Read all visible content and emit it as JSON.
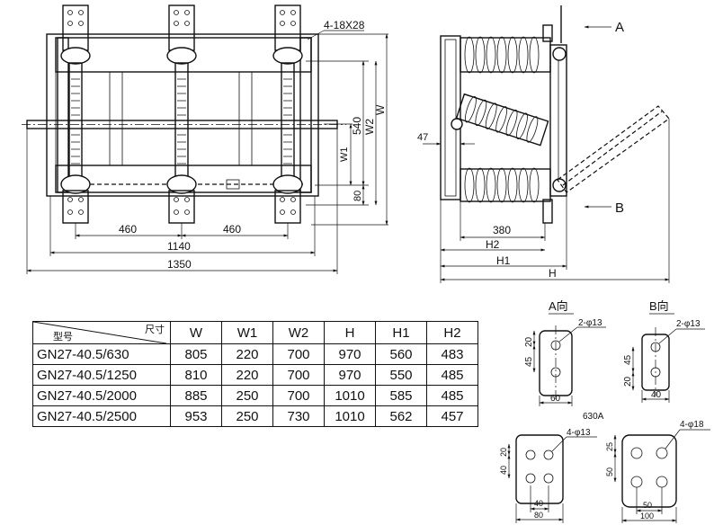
{
  "front_view": {
    "hole_note": "4-18X28",
    "dims": {
      "pitch_left": "460",
      "pitch_right": "460",
      "overall_mounting": "1140",
      "overall_width": "1350",
      "d540": "540",
      "d80": "80",
      "w": "W",
      "w1": "W1",
      "w2": "W2"
    }
  },
  "side_view": {
    "label_a": "A",
    "label_b": "B",
    "dims": {
      "d47": "47",
      "d380": "380",
      "h": "H",
      "h1": "H1",
      "h2": "H2"
    }
  },
  "table": {
    "corner_top": "尺寸",
    "corner_bottom": "型号",
    "headers": [
      "W",
      "W1",
      "W2",
      "H",
      "H1",
      "H2"
    ],
    "rows": [
      {
        "model": "GN27-40.5/630",
        "values": [
          "805",
          "220",
          "700",
          "970",
          "560",
          "483"
        ]
      },
      {
        "model": "GN27-40.5/1250",
        "values": [
          "810",
          "220",
          "700",
          "970",
          "550",
          "485"
        ]
      },
      {
        "model": "GN27-40.5/2000",
        "values": [
          "885",
          "250",
          "700",
          "1010",
          "585",
          "485"
        ]
      },
      {
        "model": "GN27-40.5/2500",
        "values": [
          "953",
          "250",
          "730",
          "1010",
          "562",
          "457"
        ]
      }
    ]
  },
  "details": {
    "a_title": "A向",
    "b_title": "B向",
    "a_holes": "2-φ13",
    "b_holes": "2-φ13",
    "a_d45": "45",
    "a_d20": "20",
    "a_d60": "60",
    "b_d20": "20",
    "b_d45": "45",
    "b_d40": "40",
    "rating_label": "630A",
    "c_holes": "4-φ13",
    "c_d40": "40",
    "c_d20": "20",
    "c_d40b": "40",
    "c_d80": "80",
    "d_holes": "4-φ18",
    "d_d50": "50",
    "d_d25": "25",
    "d_d50b": "50",
    "d_d100": "100"
  }
}
